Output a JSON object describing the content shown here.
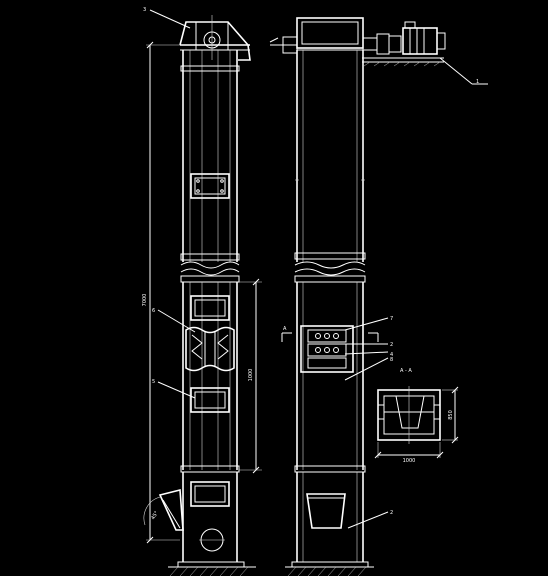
{
  "drawing": {
    "background": "#000000",
    "line_color": "#ffffff",
    "leaders": {
      "n1": "1",
      "n2": "2",
      "n3": "3",
      "n4": "4",
      "n5": "5",
      "n6": "6",
      "n7": "7",
      "n8": "8"
    },
    "dimensions": {
      "overall_height": "7000",
      "mid_height": "1000",
      "section_width": "1000",
      "section_height": "850",
      "angle": "45°"
    },
    "section_mark": "A",
    "section_title": "A - A"
  }
}
